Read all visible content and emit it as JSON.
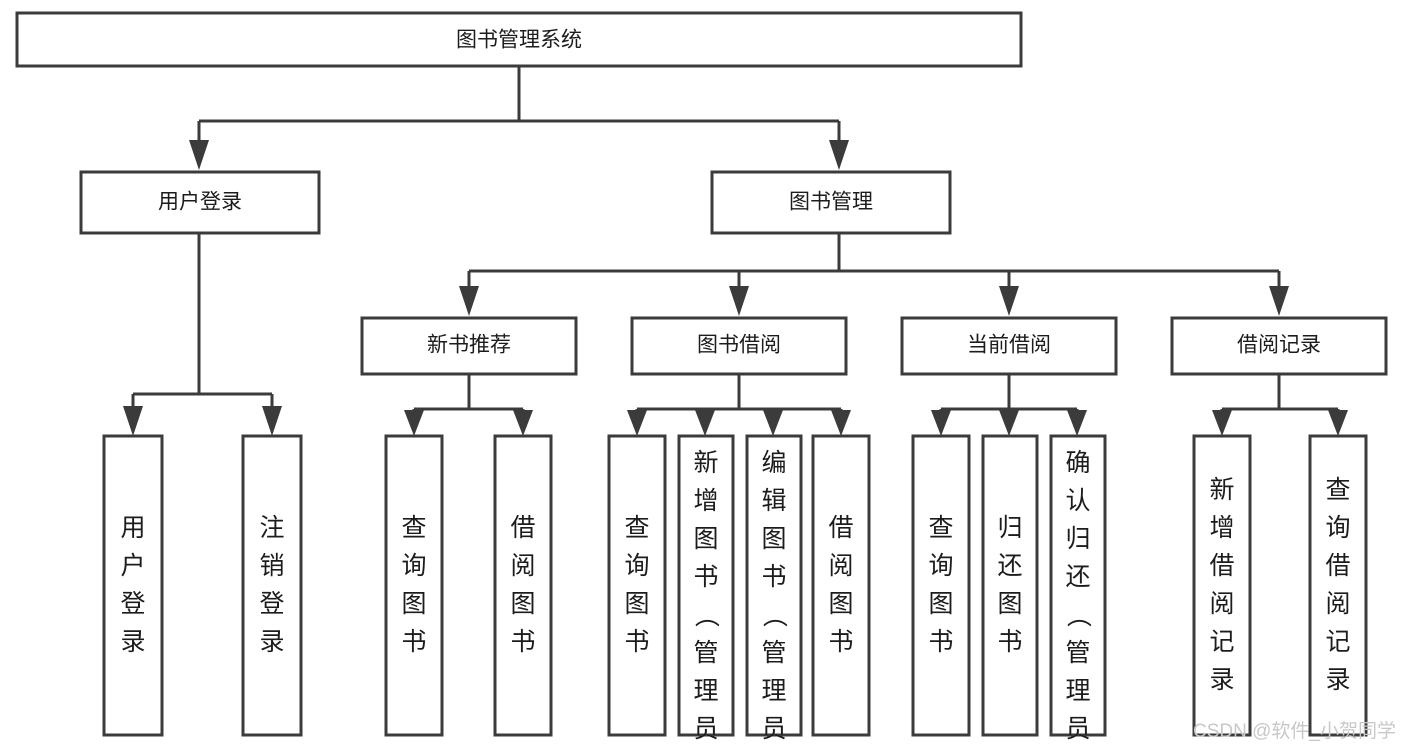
{
  "diagram": {
    "title": "图书管理系统",
    "type": "hierarchy-tree",
    "orientation": "top-down",
    "root": {
      "id": "root",
      "label": "图书管理系统",
      "text_direction": "horizontal"
    },
    "level2": [
      {
        "id": "user-login",
        "label": "用户登录",
        "text_direction": "horizontal"
      },
      {
        "id": "book-management",
        "label": "图书管理",
        "text_direction": "horizontal"
      }
    ],
    "level3": [
      {
        "id": "new-book-recommend",
        "label": "新书推荐",
        "text_direction": "horizontal",
        "parent": "book-management"
      },
      {
        "id": "book-borrow",
        "label": "图书借阅",
        "text_direction": "horizontal",
        "parent": "book-management"
      },
      {
        "id": "current-borrow",
        "label": "当前借阅",
        "text_direction": "horizontal",
        "parent": "book-management"
      },
      {
        "id": "borrow-record",
        "label": "借阅记录",
        "text_direction": "horizontal",
        "parent": "book-management"
      }
    ],
    "leaves": [
      {
        "id": "leaf-user-login",
        "label": "用户登录",
        "text_direction": "vertical",
        "parent": "user-login"
      },
      {
        "id": "leaf-logout-login",
        "label": "注销登录",
        "text_direction": "vertical",
        "parent": "user-login"
      },
      {
        "id": "leaf-query-book-1",
        "label": "查询图书",
        "text_direction": "vertical",
        "parent": "new-book-recommend"
      },
      {
        "id": "leaf-borrow-book-1",
        "label": "借阅图书",
        "text_direction": "vertical",
        "parent": "new-book-recommend"
      },
      {
        "id": "leaf-query-book-2",
        "label": "查询图书",
        "text_direction": "vertical",
        "parent": "book-borrow"
      },
      {
        "id": "leaf-add-book",
        "label": "新增图书（管理员）",
        "text_direction": "vertical",
        "parent": "book-borrow"
      },
      {
        "id": "leaf-edit-book",
        "label": "编辑图书（管理员）",
        "text_direction": "vertical",
        "parent": "book-borrow"
      },
      {
        "id": "leaf-borrow-book-2",
        "label": "借阅图书",
        "text_direction": "vertical",
        "parent": "book-borrow"
      },
      {
        "id": "leaf-query-book-3",
        "label": "查询图书",
        "text_direction": "vertical",
        "parent": "current-borrow"
      },
      {
        "id": "leaf-return-book",
        "label": "归还图书",
        "text_direction": "vertical",
        "parent": "current-borrow"
      },
      {
        "id": "leaf-confirm-return",
        "label": "确认归还（管理员）",
        "text_direction": "vertical",
        "parent": "current-borrow"
      },
      {
        "id": "leaf-add-record",
        "label": "新增借阅记录",
        "text_direction": "vertical",
        "parent": "borrow-record"
      },
      {
        "id": "leaf-query-record",
        "label": "查询借阅记录",
        "text_direction": "vertical",
        "parent": "borrow-record"
      }
    ]
  },
  "watermark": {
    "text": "CSDN @软件_小贺同学"
  },
  "colors": {
    "background": "#ffffff",
    "box_fill": "#ffffff",
    "box_border": "#3b3b3b",
    "connector": "#3b3b3b",
    "text": "#1c1c1c",
    "watermark": "#c8c8c8"
  }
}
